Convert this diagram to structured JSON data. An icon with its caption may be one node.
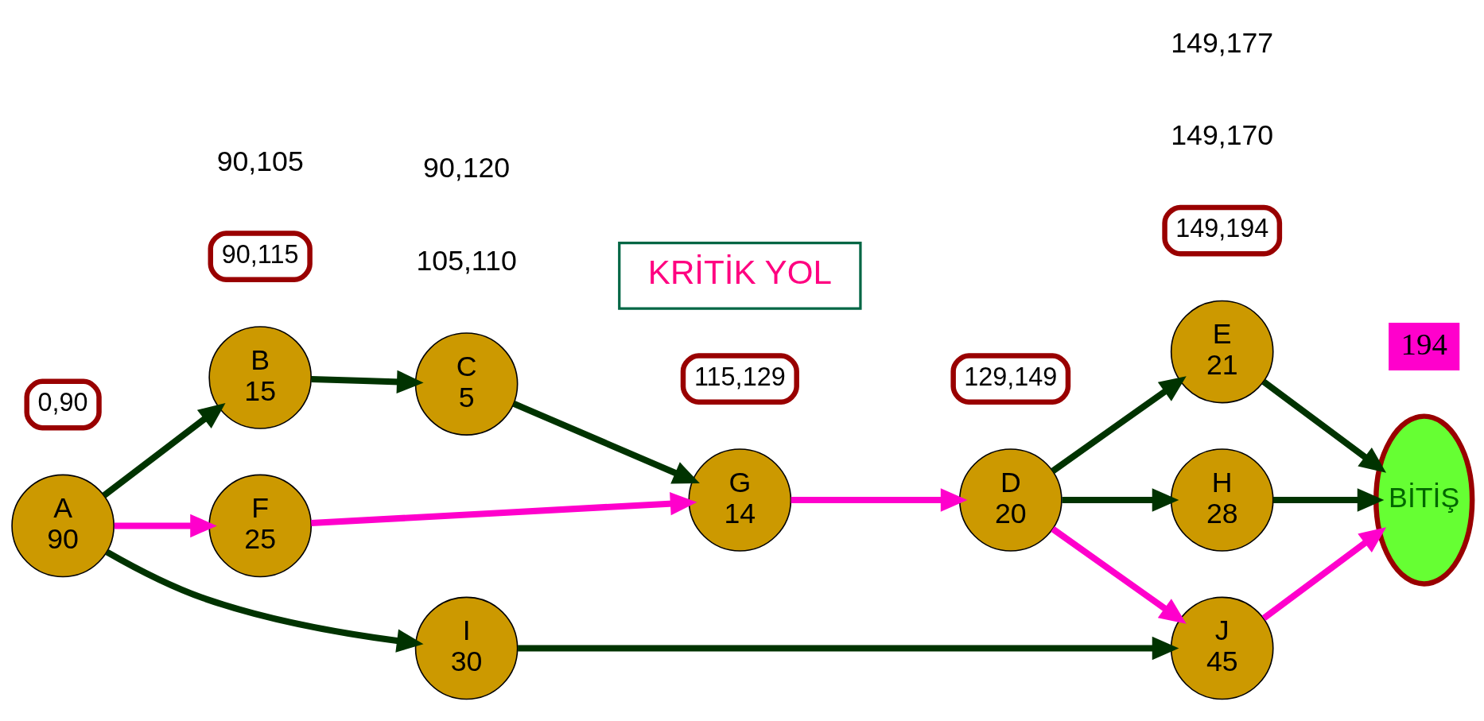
{
  "diagram": {
    "nodes": [
      {
        "text": [
          "A",
          "90"
        ]
      },
      {
        "text": [
          "B",
          "15"
        ]
      },
      {
        "text": [
          "C",
          "5"
        ]
      },
      {
        "text": [
          "E",
          "21"
        ]
      },
      {
        "text": [
          "90,115"
        ]
      },
      {
        "text": [
          "115,129"
        ]
      },
      {
        "text": [
          "129,149"
        ]
      },
      {
        "text": [
          "0,90"
        ]
      },
      {
        "text": [
          "F",
          "25"
        ]
      },
      {
        "text": [
          "G",
          "14"
        ]
      },
      {
        "text": [
          "D",
          "20"
        ]
      },
      {
        "text": [
          "H",
          "28"
        ]
      },
      {
        "text": [
          "BİTİŞ"
        ]
      },
      {
        "text": [
          "KRİTİK YOL"
        ]
      },
      {
        "text": [
          "149,194"
        ]
      },
      {
        "text": [
          "194"
        ]
      },
      {
        "text": [
          "J",
          "45"
        ]
      },
      {
        "text": [
          "I",
          "30"
        ]
      }
    ],
    "edges": [
      {
        "from": 0,
        "to": 1,
        "arrow": "to"
      },
      {
        "from": 1,
        "to": 2,
        "arrow": "to"
      },
      {
        "from": 2,
        "to": 9,
        "arrow": "to"
      },
      {
        "from": 0,
        "to": 8,
        "arrow": "to",
        "color": "#ff00cc"
      },
      {
        "from": 8,
        "to": 9,
        "arrow": "to",
        "color": "#ff00cc"
      },
      {
        "from": 9,
        "to": 10,
        "arrow": "to",
        "color": "#ff00cc"
      },
      {
        "from": 10,
        "to": 3,
        "arrow": "to"
      },
      {
        "from": 10,
        "to": 11,
        "arrow": "to"
      },
      {
        "from": 10,
        "to": 16,
        "arrow": "to",
        "color": "#ff00cc"
      },
      {
        "from": 16,
        "to": 12,
        "arrow": "to",
        "color": "#ff00cc"
      },
      {
        "from": 3,
        "to": 12,
        "arrow": "to"
      },
      {
        "from": 11,
        "to": 12,
        "arrow": "to"
      },
      {
        "from": 0,
        "to": 17,
        "arrow": "to"
      },
      {
        "from": 17,
        "to": 16,
        "arrow": "to"
      }
    ],
    "labels": [
      "90,105",
      "105,110",
      "149,170",
      "149,177",
      "90,120"
    ]
  }
}
